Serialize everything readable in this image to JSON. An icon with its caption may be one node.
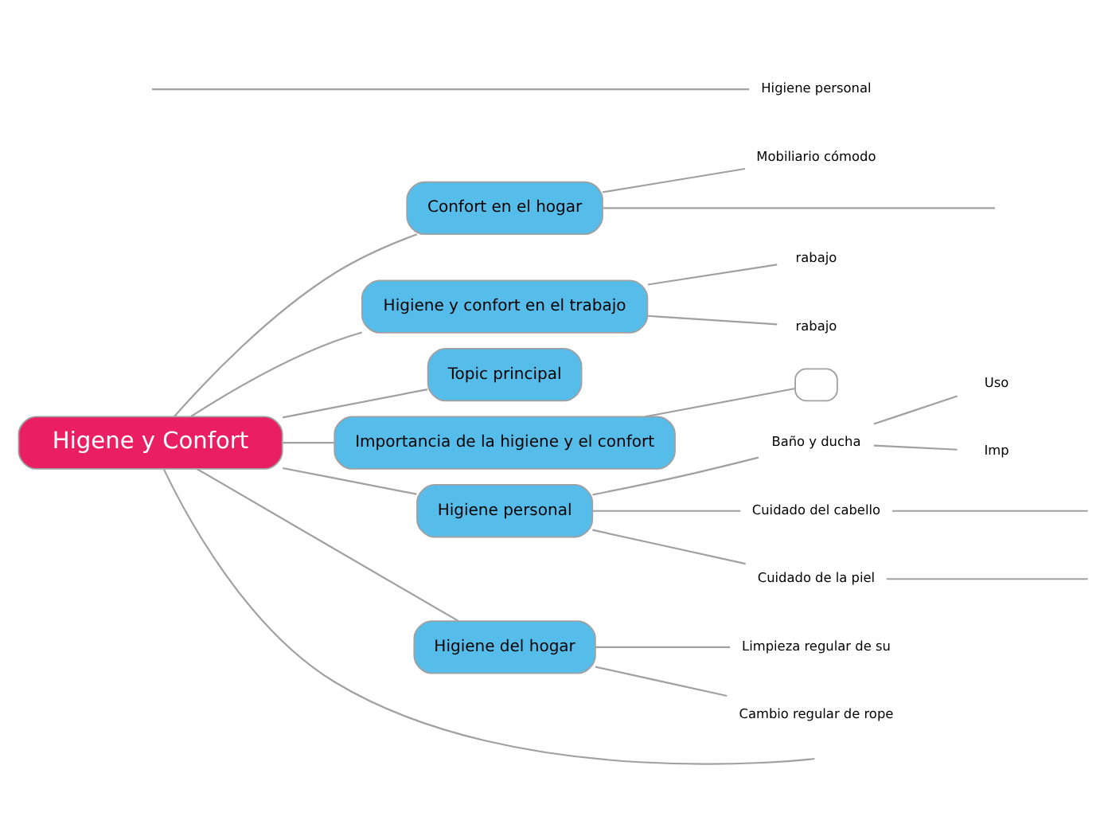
{
  "diagram": {
    "nodes": [
      {
        "text": [
          "Higene y Confort"
        ]
      },
      {
        "text": [
          "Confort en el hogar"
        ]
      },
      {
        "text": [
          "Mobiliario cómodo"
        ]
      },
      {
        "text": [
          "Higiene y confort en el trabajo"
        ]
      },
      {
        "text": [
          "rabajo"
        ]
      },
      {
        "text": [
          "rabajo"
        ]
      },
      {
        "text": [
          "Topic principal"
        ]
      },
      {
        "text": [
          "Higiene personal"
        ]
      },
      {
        "text": [
          "Importancia de la higiene y el confort"
        ]
      },
      {
        "text": [],
        "shape": "box"
      },
      {
        "text": [
          "Higiene personal"
        ]
      },
      {
        "text": [
          "Baño y ducha"
        ]
      },
      {
        "text": [
          "Uso"
        ]
      },
      {
        "text": [
          "Imp"
        ]
      },
      {
        "text": [
          "Cuidado del cabello"
        ]
      },
      {
        "text": [
          "Cuidado de la piel"
        ]
      },
      {
        "text": [
          "Higiene del hogar"
        ]
      },
      {
        "text": [
          "Limpieza regular de su"
        ]
      },
      {
        "text": [
          "Cambio regular de rope"
        ]
      }
    ],
    "edges": [
      {
        "from": 0,
        "to": 1,
        "arrow": "none"
      },
      {
        "from": 1,
        "to": null,
        "arrow": "none"
      },
      {
        "from": 1,
        "to": 2,
        "arrow": "none"
      },
      {
        "from": 0,
        "to": 3,
        "arrow": "none"
      },
      {
        "from": 3,
        "to": 4,
        "arrow": "none"
      },
      {
        "from": 3,
        "to": 5,
        "arrow": "none"
      },
      {
        "from": 0,
        "to": 6,
        "arrow": "none"
      },
      {
        "from": 0,
        "to": null,
        "arrow": "none"
      },
      {
        "from": null,
        "to": 7,
        "arrow": "none"
      },
      {
        "from": 0,
        "to": 8,
        "arrow": "none"
      },
      {
        "from": 8,
        "to": 9,
        "arrow": "none"
      },
      {
        "from": 0,
        "to": 10,
        "arrow": "none"
      },
      {
        "from": 10,
        "to": 11,
        "arrow": "none"
      },
      {
        "from": 11,
        "to": 12,
        "arrow": "none"
      },
      {
        "from": 11,
        "to": 13,
        "arrow": "none"
      },
      {
        "from": 10,
        "to": 14,
        "arrow": "none"
      },
      {
        "from": 14,
        "to": null,
        "arrow": "none"
      },
      {
        "from": 10,
        "to": 15,
        "arrow": "none"
      },
      {
        "from": 15,
        "to": null,
        "arrow": "none"
      },
      {
        "from": 0,
        "to": 16,
        "arrow": "none"
      },
      {
        "from": 16,
        "to": 17,
        "arrow": "none"
      },
      {
        "from": 16,
        "to": 18,
        "arrow": "none"
      }
    ]
  }
}
